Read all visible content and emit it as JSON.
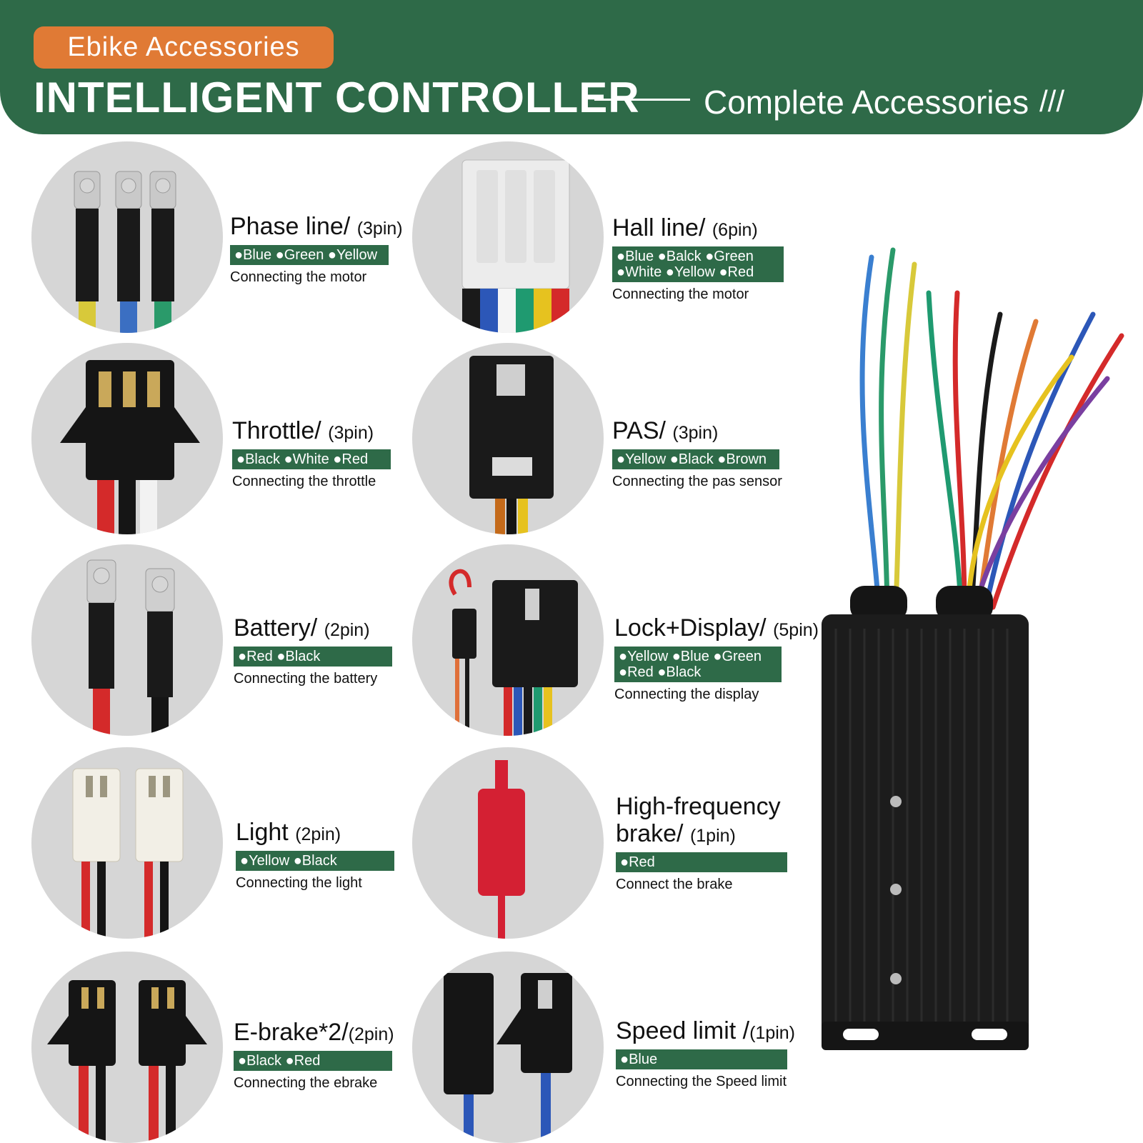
{
  "header": {
    "badge": "Ebike Accessories",
    "title": "INTELLIGENT CONTROLLER",
    "subtitle": "Complete Accessories",
    "slashes": "///"
  },
  "colors": {
    "brand_green": "#2e6a48",
    "badge_orange": "#e07a35"
  },
  "items": [
    {
      "title": "Phase line/",
      "pin": "(3pin)",
      "colors": "●Blue ●Green ●Yellow",
      "desc": "Connecting the motor"
    },
    {
      "title": "Hall line/",
      "pin": "(6pin)",
      "colors": "●Blue ●Balck ●Green ●White ●Yellow ●Red",
      "desc": "Connecting the motor"
    },
    {
      "title": "Throttle/",
      "pin": "(3pin)",
      "colors": "●Black ●White ●Red",
      "desc": "Connecting the throttle"
    },
    {
      "title": "PAS/",
      "pin": "(3pin)",
      "colors": "●Yellow ●Black ●Brown",
      "desc": "Connecting the pas sensor"
    },
    {
      "title": "Battery/",
      "pin": "(2pin)",
      "colors": "●Red ●Black",
      "desc": "Connecting the battery"
    },
    {
      "title": "Lock+Display/",
      "pin": "(5pin)",
      "colors": "●Yellow ●Blue ●Green ●Red ●Black",
      "desc": "Connecting the display"
    },
    {
      "title": "Light",
      "pin": "(2pin)",
      "colors": "●Yellow ●Black",
      "desc": "Connecting the light"
    },
    {
      "title": "High-frequency brake/",
      "pin": "(1pin)",
      "colors": "●Red",
      "desc": "Connect the brake"
    },
    {
      "title": "E-brake*2/",
      "pin": "(2pin)",
      "colors": "●Black ●Red",
      "desc": "Connecting the ebrake"
    },
    {
      "title": "Speed limit /",
      "pin": "(1pin)",
      "colors": "●Blue",
      "desc": "Connecting the Speed limit"
    }
  ]
}
